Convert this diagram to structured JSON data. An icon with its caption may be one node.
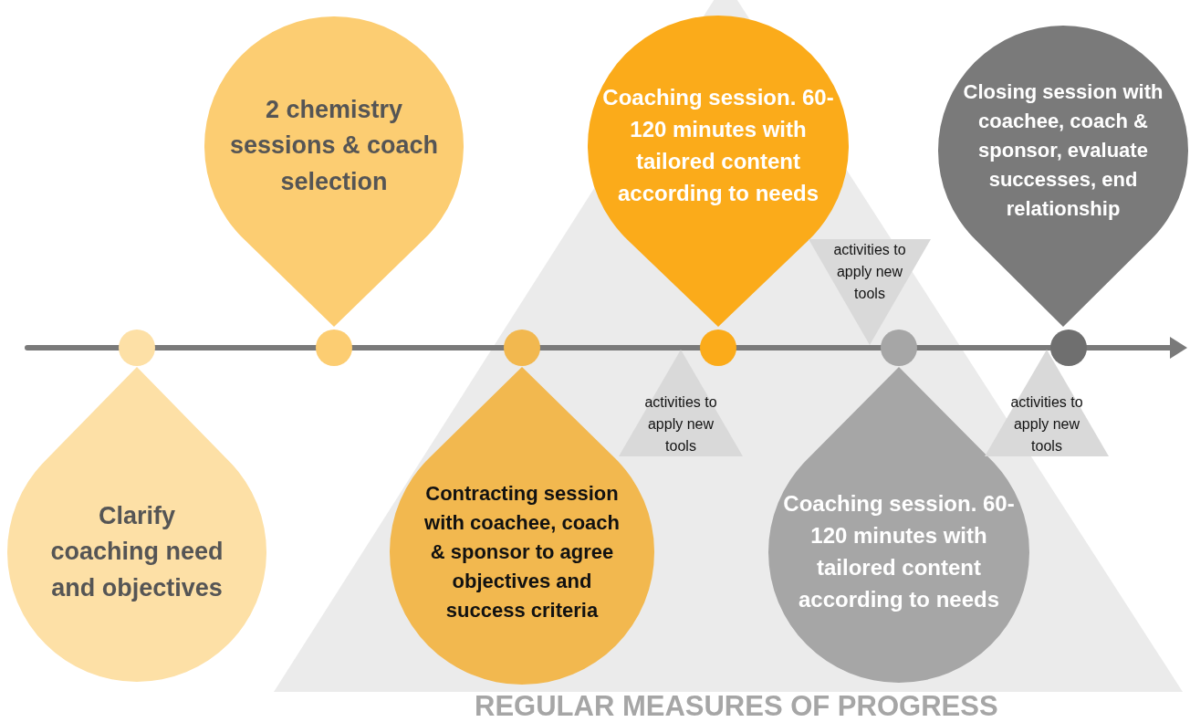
{
  "diagram": {
    "nodes": [
      {
        "text": [
          "Clarify coaching need and objectives"
        ]
      },
      {
        "text": [
          "2 chemistry sessions & coach selection"
        ]
      },
      {
        "text": [
          "Contracting session with coachee, coach & sponsor to agree objectives and success criteria"
        ]
      },
      {
        "text": [
          "activities to apply new tools"
        ]
      },
      {
        "text": [
          "Coaching session. 60-120 minutes with tailored content according to needs"
        ]
      },
      {
        "text": [
          "activities to apply new tools"
        ]
      },
      {
        "text": [
          "Coaching session. 60-120 minutes with tailored content according to needs"
        ]
      },
      {
        "text": [
          "activities to apply new tools"
        ]
      },
      {
        "text": [
          "Closing session with coachee, coach & sponsor, evaluate successes, end relationship"
        ]
      }
    ],
    "edges": [],
    "labels": [
      "REGULAR MEASURES OF PROGRESS"
    ]
  }
}
